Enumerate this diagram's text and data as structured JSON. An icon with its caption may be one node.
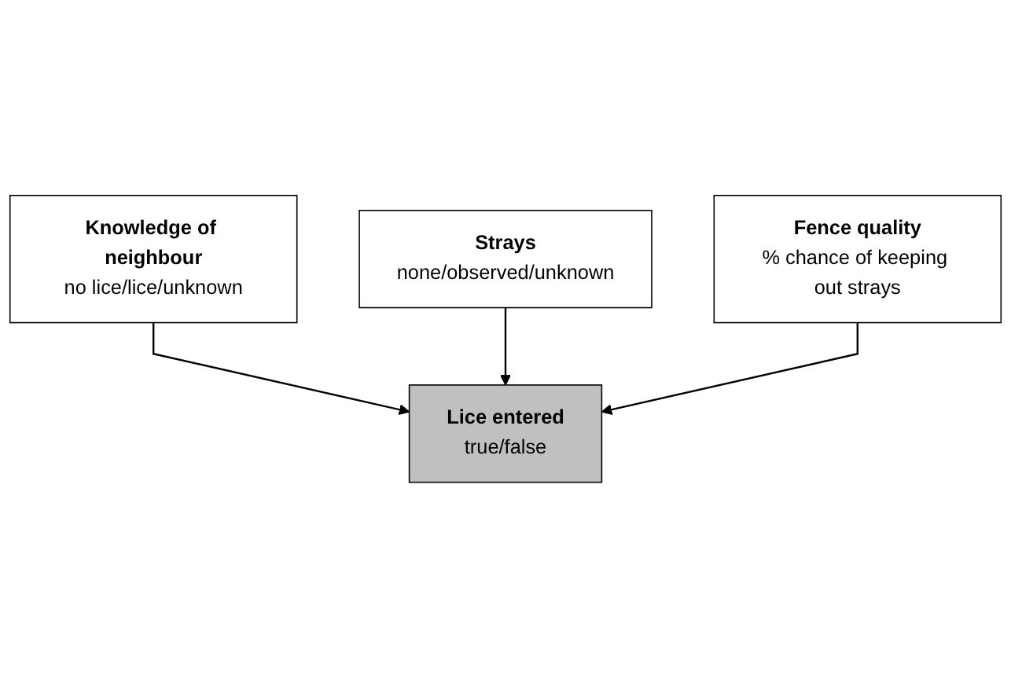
{
  "diagram": {
    "nodes": [
      {
        "text": [
          "Knowledge of neighbour",
          "no lice/lice/unknown"
        ]
      },
      {
        "text": [
          "Strays",
          "none/observed/unknown"
        ]
      },
      {
        "text": [
          "Fence quality",
          "% chance of keeping out strays"
        ]
      },
      {
        "text": [
          "Lice entered",
          "true/false"
        ]
      }
    ],
    "edges": [
      {
        "from": 0,
        "to": 3,
        "arrow": "to"
      },
      {
        "from": 1,
        "to": 3,
        "arrow": "to"
      },
      {
        "from": 2,
        "to": 3,
        "arrow": "to"
      }
    ]
  }
}
